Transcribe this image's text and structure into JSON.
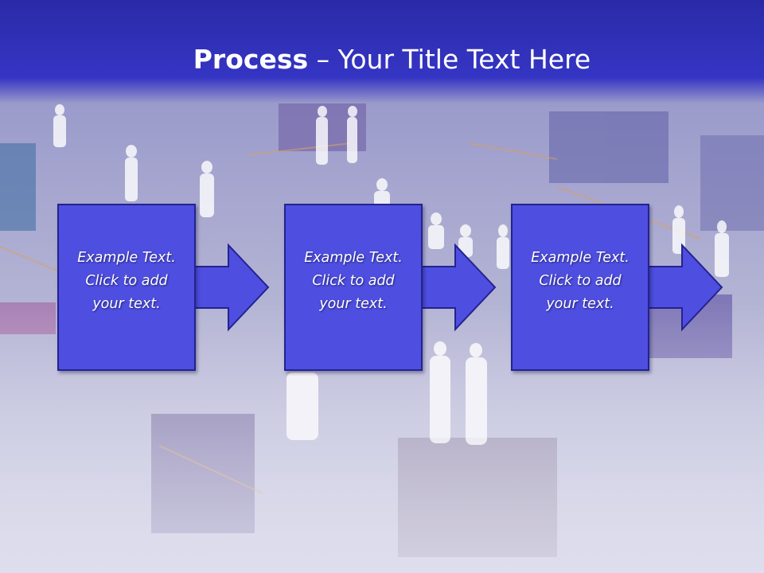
{
  "slide": {
    "title_bold": "Process",
    "title_rest": " – Your Title Text Here"
  },
  "steps": [
    {
      "label": "Example Text.\nClick  to add\nyour text."
    },
    {
      "label": "Example Text.\nClick  to add\nyour text."
    },
    {
      "label": "Example Text.\nClick  to add\nyour text."
    }
  ],
  "colors": {
    "header": "#3535c4",
    "box_fill": "#4e4ee0",
    "box_border": "#23238f",
    "text": "#ffffff"
  }
}
